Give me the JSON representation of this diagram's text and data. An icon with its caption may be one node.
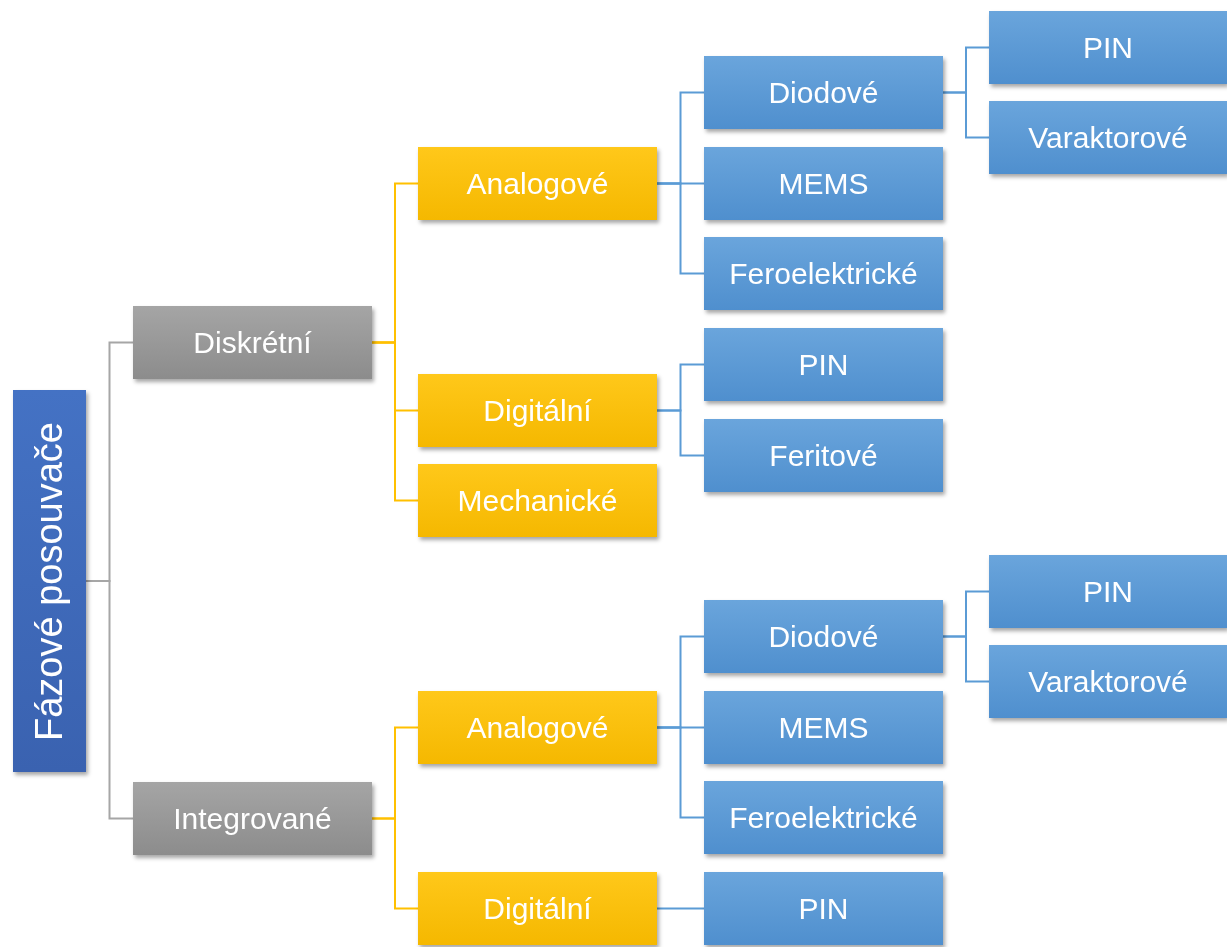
{
  "diagram": {
    "nodes": [
      {
        "text": [
          "Fázové posouvače"
        ]
      },
      {
        "text": [
          "Diskrétní"
        ]
      },
      {
        "text": [
          "Analogové"
        ]
      },
      {
        "text": [
          "Diodové"
        ]
      },
      {
        "text": [
          "PIN"
        ]
      },
      {
        "text": [
          "Varaktorové"
        ]
      },
      {
        "text": [
          "MEMS"
        ]
      },
      {
        "text": [
          "Feroelektrické"
        ]
      },
      {
        "text": [
          "Digitální"
        ]
      },
      {
        "text": [
          "PIN"
        ]
      },
      {
        "text": [
          "Feritové"
        ]
      },
      {
        "text": [
          "Mechanické"
        ]
      },
      {
        "text": [
          "Integrované"
        ]
      },
      {
        "text": [
          "Analogové"
        ]
      },
      {
        "text": [
          "Diodové"
        ]
      },
      {
        "text": [
          "PIN"
        ]
      },
      {
        "text": [
          "Varaktorové"
        ]
      },
      {
        "text": [
          "MEMS"
        ]
      },
      {
        "text": [
          "Feroelektrické"
        ]
      },
      {
        "text": [
          "Digitální"
        ]
      },
      {
        "text": [
          "PIN"
        ]
      }
    ],
    "edges": [
      {
        "from": 0,
        "to": 1,
        "arrow": "none",
        "color": "#a6a6a6"
      },
      {
        "from": 0,
        "to": 12,
        "arrow": "none",
        "color": "#a6a6a6"
      },
      {
        "from": 1,
        "to": 2,
        "arrow": "none",
        "color": "#ffc000"
      },
      {
        "from": 1,
        "to": 8,
        "arrow": "none",
        "color": "#ffc000"
      },
      {
        "from": 1,
        "to": 11,
        "arrow": "none",
        "color": "#ffc000"
      },
      {
        "from": 2,
        "to": 3,
        "arrow": "none"
      },
      {
        "from": 2,
        "to": 6,
        "arrow": "none"
      },
      {
        "from": 2,
        "to": 7,
        "arrow": "none"
      },
      {
        "from": 3,
        "to": 4,
        "arrow": "none"
      },
      {
        "from": 3,
        "to": 5,
        "arrow": "none"
      },
      {
        "from": 8,
        "to": 9,
        "arrow": "none"
      },
      {
        "from": 8,
        "to": 10,
        "arrow": "none"
      },
      {
        "from": 12,
        "to": 13,
        "arrow": "none",
        "color": "#ffc000"
      },
      {
        "from": 12,
        "to": 19,
        "arrow": "none",
        "color": "#ffc000"
      },
      {
        "from": 13,
        "to": 14,
        "arrow": "none"
      },
      {
        "from": 13,
        "to": 17,
        "arrow": "none"
      },
      {
        "from": 13,
        "to": 18,
        "arrow": "none"
      },
      {
        "from": 14,
        "to": 15,
        "arrow": "none"
      },
      {
        "from": 14,
        "to": 16,
        "arrow": "none"
      },
      {
        "from": 19,
        "to": 20,
        "arrow": "none"
      }
    ]
  }
}
